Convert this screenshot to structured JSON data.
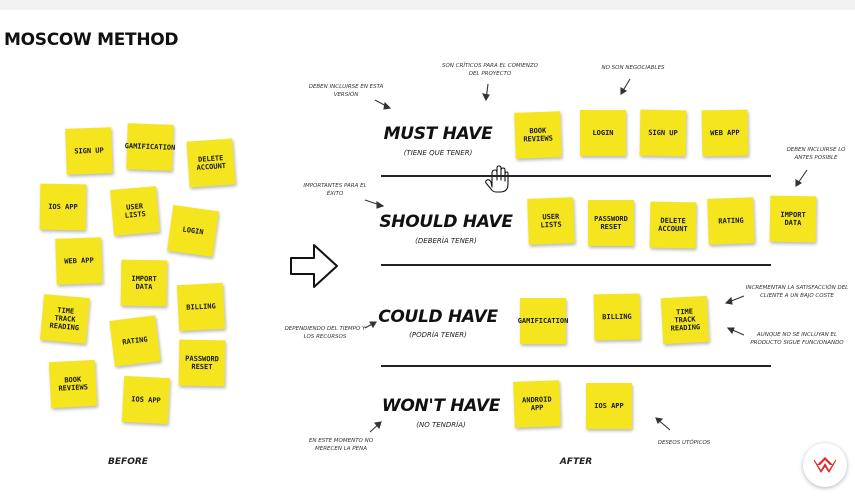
{
  "title": "MOSCOW METHOD",
  "before": {
    "label": "BEFORE",
    "notes": [
      "SIGN UP",
      "GAMIFICATION",
      "DELETE ACCOUNT",
      "IOS APP",
      "USER LISTS",
      "LOGIN",
      "WEB APP",
      "IMPORT DATA",
      "BILLING",
      "TIME TRACK READING",
      "RATING",
      "PASSWORD RESET",
      "BOOK REVIEWS",
      "IOS APP"
    ]
  },
  "after": {
    "label": "AFTER",
    "must": {
      "title": "MUST HAVE",
      "subtitle": "(TIENE QUE TENER)",
      "notes": [
        "BOOK REVIEWS",
        "LOGIN",
        "SIGN UP",
        "WEB APP"
      ],
      "annotations": [
        "DEBEN INCLUIRSE EN ESTA VERSIÓN",
        "SON CRÍTICOS PARA EL COMIENZO DEL PROYECTO",
        "NO SON NEGOCIABLES"
      ]
    },
    "should": {
      "title": "SHOULD HAVE",
      "subtitle": "(DEBERÍA TENER)",
      "notes": [
        "USER LISTS",
        "PASSWORD RESET",
        "DELETE ACCOUNT",
        "RATING",
        "IMPORT DATA"
      ],
      "annotations": [
        "IMPORTANTES PARA EL ÉXITO",
        "DEBEN INCLUIRSE LO ANTES POSIBLE"
      ]
    },
    "could": {
      "title": "COULD HAVE",
      "subtitle": "(PODRÍA TENER)",
      "notes": [
        "GAMIFICATION",
        "BILLING",
        "TIME TRACK READING"
      ],
      "annotations": [
        "DEPENDIENDO DEL TIEMPO Y LOS RECURSOS",
        "INCREMENTAN LA SATISFACCIÓN DEL CLIENTE A UN BAJO COSTE",
        "AUNQUE NO SE INCLUYAN EL PRODUCTO SIGUE FUNCIONANDO"
      ]
    },
    "wont": {
      "title": "WON'T HAVE",
      "subtitle": "(NO TENDRÍA)",
      "notes": [
        "ANDROID APP",
        "IOS APP"
      ],
      "annotations": [
        "EN ESTE MOMENTO NO MERECEN LA PENA",
        "DESEOS UTÓPICOS"
      ]
    }
  },
  "colors": {
    "note": "#f4e51f",
    "logo": "#e0262a"
  },
  "icons": [
    "hand-cursor-icon",
    "arrow-right-icon",
    "brand-logo-icon"
  ]
}
